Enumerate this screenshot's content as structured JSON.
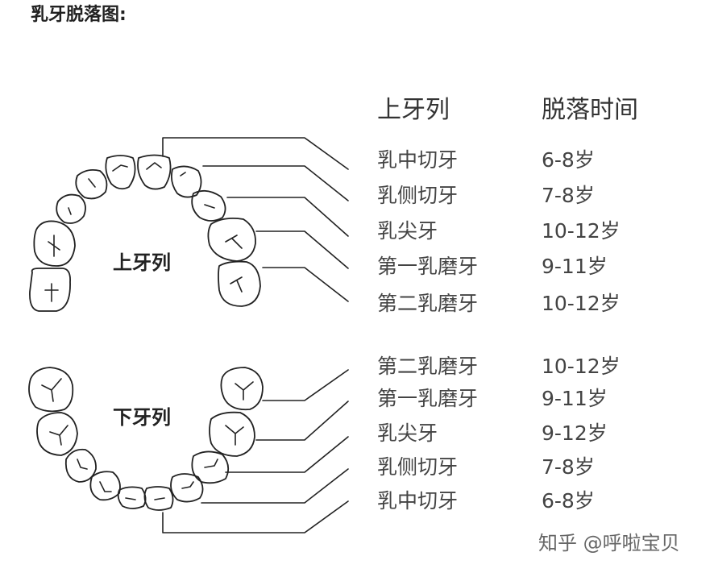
{
  "title": "乳牙脱落图:",
  "upper": {
    "arch_label": "上牙列",
    "header_col1": "上牙列",
    "header_col2": "脱落时间",
    "rows": [
      {
        "tooth": "乳中切牙",
        "time": "6-8岁"
      },
      {
        "tooth": "乳侧切牙",
        "time": "7-8岁"
      },
      {
        "tooth": "乳尖牙",
        "time": "10-12岁"
      },
      {
        "tooth": "第一乳磨牙",
        "time": "9-11岁"
      },
      {
        "tooth": "第二乳磨牙",
        "time": "10-12岁"
      }
    ]
  },
  "lower": {
    "arch_label": "下牙列",
    "rows": [
      {
        "tooth": "第二乳磨牙",
        "time": "10-12岁"
      },
      {
        "tooth": "第一乳磨牙",
        "time": "9-11岁"
      },
      {
        "tooth": "乳尖牙",
        "time": "9-12岁"
      },
      {
        "tooth": "乳侧切牙",
        "time": "7-8岁"
      },
      {
        "tooth": "乳中切牙",
        "time": "6-8岁"
      }
    ]
  },
  "watermark": "知乎 @呼啦宝贝",
  "colors": {
    "line": "#222222",
    "text": "#444444",
    "background": "#ffffff"
  }
}
